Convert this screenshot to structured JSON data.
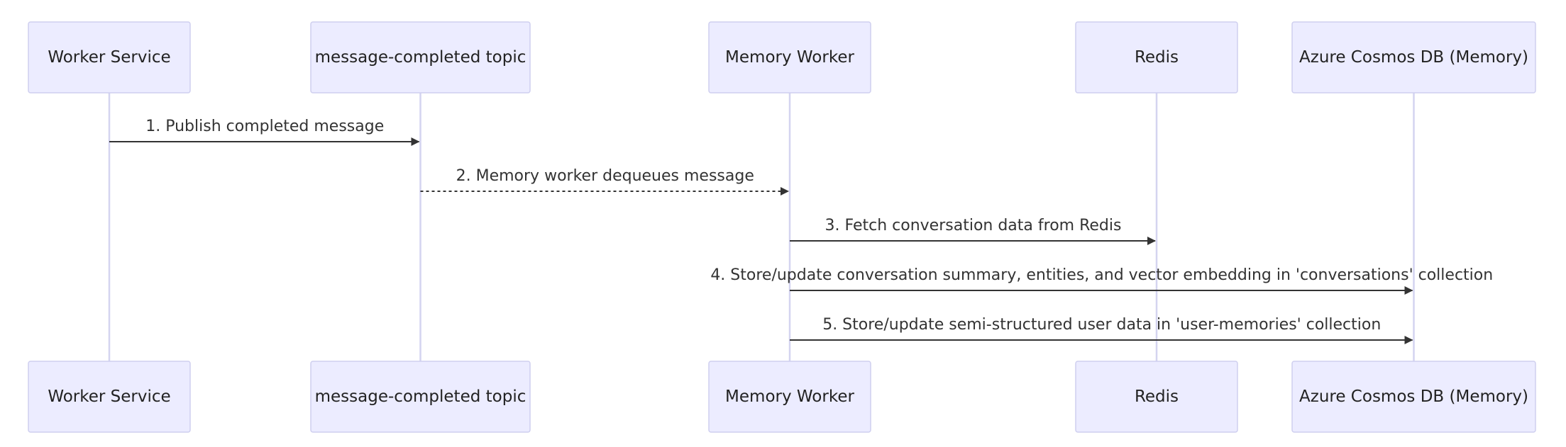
{
  "participants": [
    {
      "id": "worker",
      "label": "Worker Service"
    },
    {
      "id": "topic",
      "label": "message-completed topic"
    },
    {
      "id": "memory",
      "label": "Memory Worker"
    },
    {
      "id": "redis",
      "label": "Redis"
    },
    {
      "id": "cosmos",
      "label": "Azure Cosmos DB (Memory)"
    }
  ],
  "messages": [
    {
      "from": "worker",
      "to": "topic",
      "label": "1. Publish completed message",
      "style": "solid"
    },
    {
      "from": "topic",
      "to": "memory",
      "label": "2. Memory worker dequeues message",
      "style": "dashed"
    },
    {
      "from": "memory",
      "to": "redis",
      "label": "3. Fetch conversation data from Redis",
      "style": "solid"
    },
    {
      "from": "memory",
      "to": "cosmos",
      "label": "4. Store/update conversation summary, entities, and vector embedding in 'conversations' collection",
      "style": "solid"
    },
    {
      "from": "memory",
      "to": "cosmos",
      "label": "5. Store/update semi-structured user data in 'user-memories' collection",
      "style": "solid"
    }
  ],
  "colors": {
    "actor_fill": "#ECECFF",
    "actor_border": "#CFCFEF",
    "lifeline": "#D4D4F0",
    "arrow": "#333333"
  }
}
